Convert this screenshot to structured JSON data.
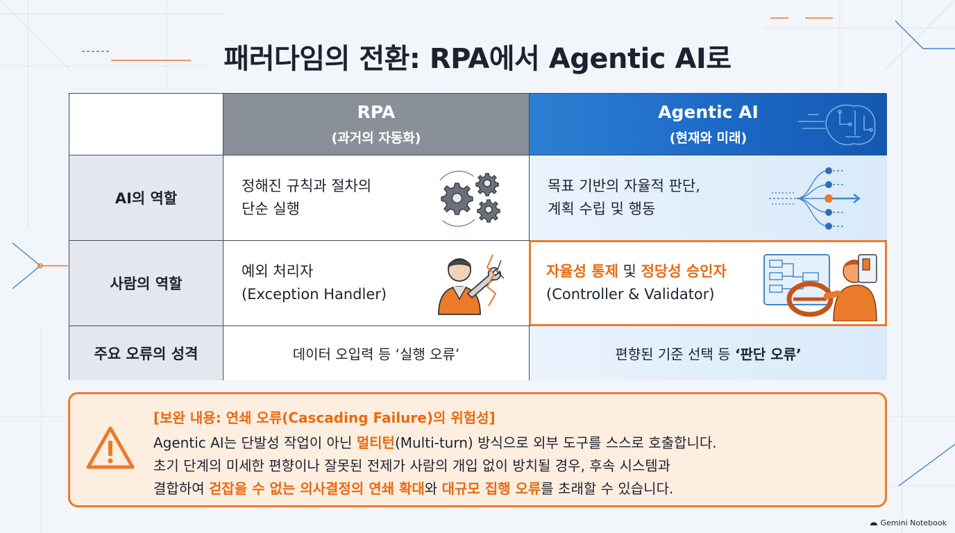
{
  "title": "패러다임의 전환: RPA에서 Agentic AI로",
  "table": {
    "headers": {
      "rpa": {
        "main": "RPA",
        "sub": "(과거의 자동화)"
      },
      "agentic": {
        "main": "Agentic AI",
        "sub": "(현재와 미래)"
      }
    },
    "rows": [
      {
        "label": "AI의 역할",
        "rpa": [
          "정해진 규칙과 절차의",
          "단순 실행"
        ],
        "agentic": [
          "목표 기반의 자율적 판단,",
          "계획 수립 및 행동"
        ]
      },
      {
        "label": "사람의 역할",
        "rpa": [
          "예외 처리자",
          "(Exception Handler)"
        ],
        "agentic_parts": [
          "자율성 통제",
          " 및 ",
          "정당성 승인자"
        ],
        "agentic_line2": "(Controller & Validator)"
      },
      {
        "label": "주요 오류의 성격",
        "rpa": "데이터 오입력 등 ‘실행 오류’",
        "agentic_prefix": "편향된 기준 선택 등 ",
        "agentic_bold": "‘판단 오류’"
      }
    ]
  },
  "warning": {
    "title": "[보완 내용: 연쇄 오류(Cascading Failure)의 위험성]",
    "line1": {
      "a": "Agentic AI는 단발성 작업이 아닌 ",
      "b": "멀티턴",
      "c": "(Multi-turn) 방식으로 외부 도구를 스스로 호출합니다."
    },
    "line2": "초기 단계의 미세한 편향이나 잘못된 전제가 사람의 개입 없이 방치될 경우, 후속 시스템과",
    "line3": {
      "a": "결합하여 ",
      "b": "걷잡을 수 없는 의사결정의 연쇄 확대",
      "c": "와 ",
      "d": "대규모 집행 오류",
      "e": "를 초래할 수 있습니다."
    }
  },
  "footer": {
    "label": "Gemini Notebook",
    "icon": "notebook-icon"
  },
  "colors": {
    "accent_orange": "#e86a12",
    "rpa_header": "#8a9098",
    "agentic_header": "#1b67c4",
    "label_bg": "#e4e8ee",
    "warning_bg": "#fdeee0"
  }
}
